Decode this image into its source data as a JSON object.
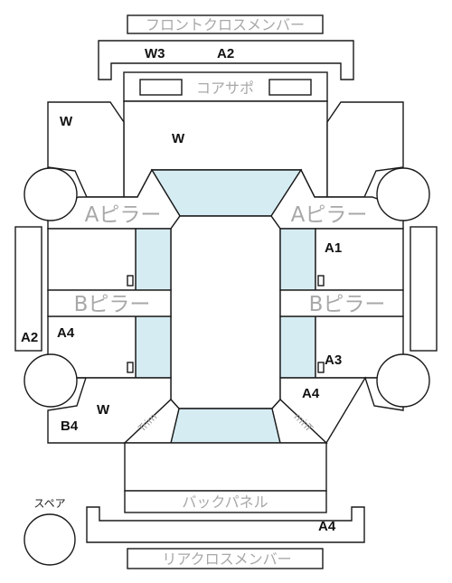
{
  "parts": {
    "front_cross_member": "フロントクロスメンバー",
    "core_support": "コアサポ",
    "a_pillar_left": "Aピラー",
    "a_pillar_right": "Aピラー",
    "b_pillar_left": "Bピラー",
    "b_pillar_right": "Bピラー",
    "trim_left": "Trim",
    "trim_right": "Trim",
    "back_panel": "バックパネル",
    "rear_cross_member": "リアクロスメンバー",
    "spare": "スペア"
  },
  "damage_marks": {
    "front_member_1": "W3",
    "front_member_2": "A2",
    "front_fender_left": "W",
    "hood": "W",
    "right_front_door": "A1",
    "left_sill": "A2",
    "left_rear_door": "A4",
    "right_rear_door": "A3",
    "right_quarter": "A4",
    "left_quarter_w": "W",
    "left_quarter_b4": "B4",
    "rear_member": "A4"
  },
  "colors": {
    "glass": "#d6ecf3",
    "outline": "#1a1a1a",
    "part_label": "#a8a8a8"
  }
}
